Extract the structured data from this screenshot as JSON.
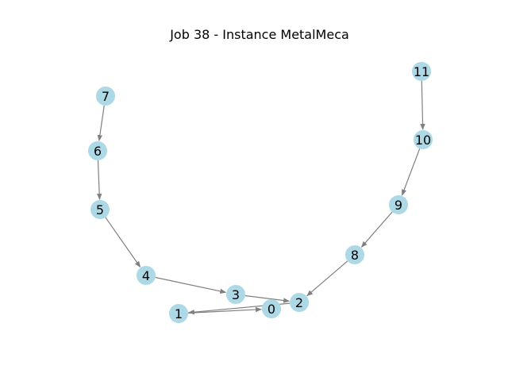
{
  "title": "Job 38 - Instance MetalMeca",
  "style": {
    "node_fill": "#add8e6",
    "edge_color": "#808080",
    "background": "#ffffff"
  },
  "nodes": [
    {
      "id": "0",
      "label": "0"
    },
    {
      "id": "1",
      "label": "1"
    },
    {
      "id": "2",
      "label": "2"
    },
    {
      "id": "3",
      "label": "3"
    },
    {
      "id": "4",
      "label": "4"
    },
    {
      "id": "5",
      "label": "5"
    },
    {
      "id": "6",
      "label": "6"
    },
    {
      "id": "7",
      "label": "7"
    },
    {
      "id": "8",
      "label": "8"
    },
    {
      "id": "9",
      "label": "9"
    },
    {
      "id": "10",
      "label": "10"
    },
    {
      "id": "11",
      "label": "11"
    }
  ],
  "edges": [
    {
      "from": "7",
      "to": "6"
    },
    {
      "from": "6",
      "to": "5"
    },
    {
      "from": "5",
      "to": "4"
    },
    {
      "from": "4",
      "to": "3"
    },
    {
      "from": "3",
      "to": "2"
    },
    {
      "from": "2",
      "to": "1"
    },
    {
      "from": "1",
      "to": "0"
    },
    {
      "from": "11",
      "to": "10"
    },
    {
      "from": "10",
      "to": "9"
    },
    {
      "from": "9",
      "to": "8"
    },
    {
      "from": "8",
      "to": "2"
    }
  ]
}
